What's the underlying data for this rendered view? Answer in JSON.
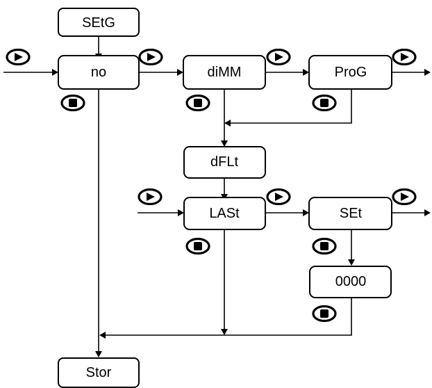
{
  "nodes": {
    "setg": "SEtG",
    "no": "no",
    "dimm": "diMM",
    "prog": "ProG",
    "dflt": "dFLt",
    "last": "LASt",
    "set": "SEt",
    "value": "0000",
    "stor": "Stor"
  },
  "buttons": {
    "advance": "play-button-icon",
    "enter": "stop-button-icon"
  }
}
